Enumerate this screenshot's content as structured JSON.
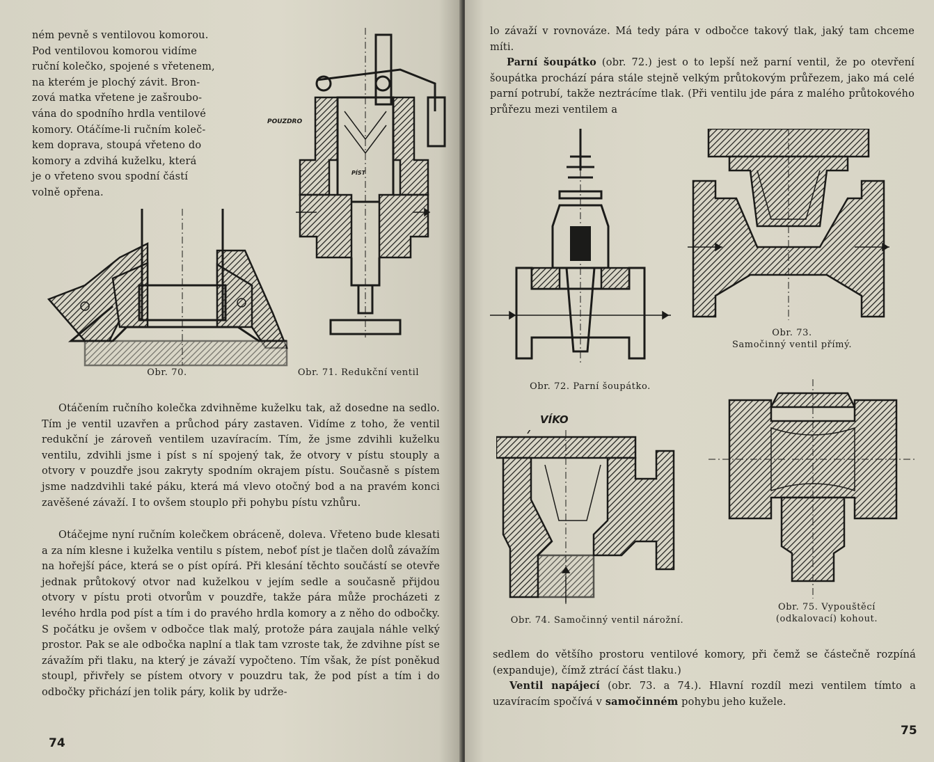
{
  "left_page": {
    "intro_lines": [
      "ném pevně s ventilovou komorou.",
      "Pod ventilovou komorou vidíme",
      "ruční kolečko, spojené s vřetenem,",
      "na kterém je plochý závit. Bron-",
      "zová matka vřetene je zašroubo-",
      "vána do spodního hrdla ventilové",
      "komory. Otáčíme-li ručním koleč-",
      "kem doprava, stoupá vřeteno do",
      "komory a zdvihá kuželku, která",
      "je o vřeteno svou spodní částí",
      "volně opřena."
    ],
    "fig70_caption": "Obr. 70.",
    "fig71_caption": "Obr. 71. Redukční ventil",
    "fig71_label_pouzdro": "POUZDRO",
    "fig71_label_pist": "PÍST",
    "paragraph_1": "Otáčením ručního kolečka zdvihněme kuželku tak, až dosedne na sedlo. Tím je ventil uzavřen a průchod páry zastaven. Vidíme z toho, že ventil redukční je zároveň ventilem uzavíracím. Tím, že jsme zdvihli kuželku ventilu, zdvihli jsme i píst s ní spojený tak, že otvory v pístu stouply a otvory v pouzdře jsou zakryty spodním okrajem pístu. Současně s pístem jsme nadzdvihli také páku, která má vlevo otočný bod a na pravém konci zavěšené závaží. I to ovšem stouplo při pohybu pístu vzhůru.",
    "paragraph_2": "Otáčejme nyní ručním kolečkem obráceně, doleva. Vřeteno bude klesati a za ním klesne i kuželka ventilu s pístem, neboť píst je tlačen dolů závažím na hořejší páce, která se o píst opírá. Při klesání těchto součástí se otevře jednak průtokový otvor nad kuželkou v jejím sedle a současně přijdou otvory v pístu proti otvorům v pouzdře, takže pára může procházeti z levého hrdla pod píst a tím i do pravého hrdla komory a z něho do odbočky. S počátku je ovšem v odbočce tlak malý, protože pára zaujala náhle velký prostor. Pak se ale odbočka naplní a tlak tam vzroste tak, že zdvihne píst se závažím při tlaku, na který je závaží vypočteno. Tím však, že píst poněkud stoupl, přivřely se pístem otvory v pouzdru tak, že pod píst a tím i do odbočky přichází jen tolik páry, kolik by udrže-",
    "page_number": "74"
  },
  "right_page": {
    "top_lines": "lo závaží v rovnováze. Má tedy pára v odbočce takový tlak, jaký tam chceme míti.",
    "parni_title": "Parní šoupátko",
    "parni_text": " (obr. 72.) jest o to lepší než parní ventil, že po otevření šoupátka prochází pára stále stejně velkým průtokovým průřezem, jako má celé parní potrubí, takže neztrácíme tlak. (Při ventilu jde pára z malého průtokového průřezu mezi ventilem a",
    "fig72_caption": "Obr. 72. Parní šoupátko.",
    "fig73_caption_1": "Obr. 73.",
    "fig73_caption_2": "Samočinný ventil přímý.",
    "fig74_label_viko": "VÍKO",
    "fig74_caption": "Obr. 74. Samočinný ventil nárožní.",
    "fig75_caption_1": "Obr. 75. Vypouštěcí",
    "fig75_caption_2": "(odkalovací) kohout.",
    "bottom_text_1": "sedlem do většího prostoru ventilové komory, při čemž se částečně rozpíná (expanduje), čímž ztrácí část tlaku.)",
    "ventil_title": "Ventil napájecí",
    "ventil_text_a": " (obr. 73. a 74.). Hlavní rozdíl mezi ventilem tímto a uzavíracím spočívá v ",
    "ventil_bold": "samočinném",
    "ventil_text_b": " pohybu jeho kužele.",
    "page_number": "75"
  }
}
